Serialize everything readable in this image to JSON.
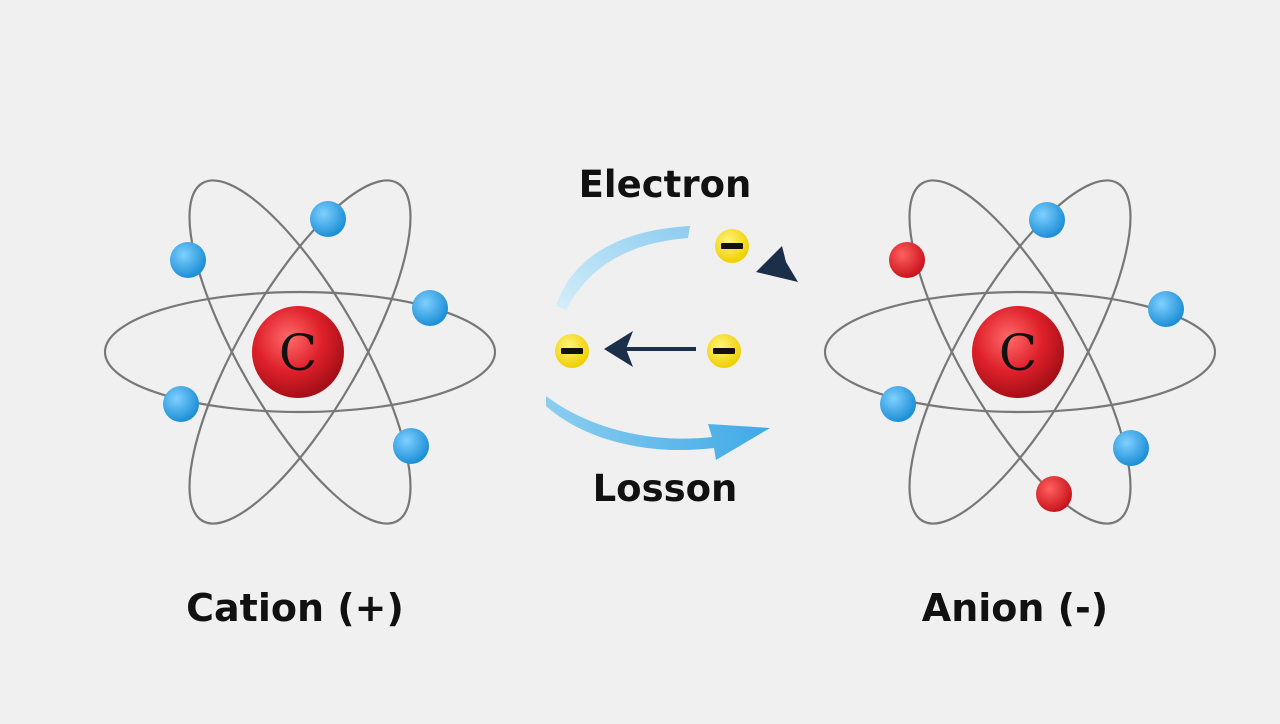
{
  "labels": {
    "electron": "Electron",
    "losson": "Losson",
    "cation": "Cation (+)",
    "anion": "Anion (-)"
  },
  "atoms": {
    "cation": {
      "nucleus_symbol": "C",
      "electron_color": "#2aa3e6"
    },
    "anion": {
      "nucleus_symbol": "C",
      "electron_color": "#2aa3e6",
      "extra_electron_color": "#e0212b"
    }
  },
  "transfer": {
    "electron_symbol": "−",
    "electron_color": "#f5d90a",
    "arrow_dark": "#1b2e4a",
    "arrow_light": "#4fb3e8"
  },
  "colors": {
    "background": "#f0f0f0",
    "nucleus": "#e0212b",
    "orbit": "#777777"
  }
}
